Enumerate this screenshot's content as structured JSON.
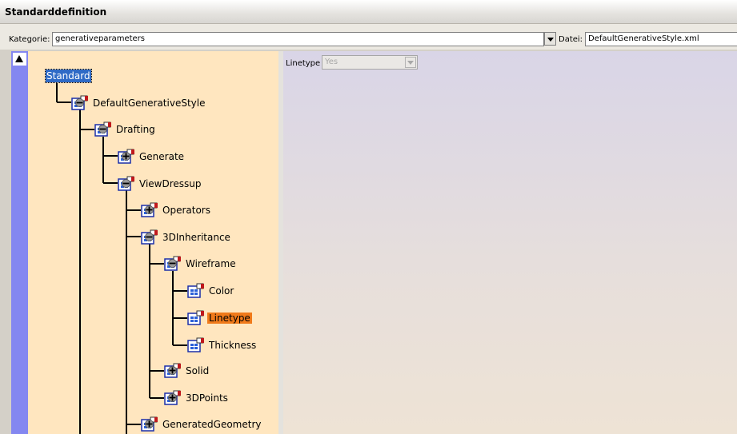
{
  "window": {
    "title": "Standarddefinition"
  },
  "toolbar": {
    "kategorie_label": "Kategorie:",
    "kategorie_value": "generativeparameters",
    "datei_label": "Datei:",
    "datei_value": "DefaultGenerativeStyle.xml"
  },
  "tree": {
    "root": "Standard",
    "nodes": [
      {
        "label": "DefaultGenerativeStyle",
        "toggle": "minus"
      },
      {
        "label": "Drafting",
        "toggle": "minus"
      },
      {
        "label": "Generate",
        "toggle": "plus"
      },
      {
        "label": "ViewDressup",
        "toggle": "minus"
      },
      {
        "label": "Operators",
        "toggle": "plus"
      },
      {
        "label": "3DInheritance",
        "toggle": "minus"
      },
      {
        "label": "Wireframe",
        "toggle": "minus"
      },
      {
        "label": "Color",
        "toggle": "none"
      },
      {
        "label": "Linetype",
        "toggle": "none",
        "selected": true
      },
      {
        "label": "Thickness",
        "toggle": "none"
      },
      {
        "label": "Solid",
        "toggle": "plus"
      },
      {
        "label": "3DPoints",
        "toggle": "plus"
      },
      {
        "label": "GeneratedGeometry",
        "toggle": "plus"
      }
    ]
  },
  "properties": {
    "linetype_label": "Linetype",
    "linetype_value": "Yes"
  },
  "colors": {
    "tree_background": "#ffe6bf",
    "scrollbar": "#8487f0",
    "selection_root": "#2f6ac6",
    "selection_node": "#f07a1a"
  },
  "icons": {
    "node": "blueprint-document-icon",
    "expand": "plus-toggle-icon",
    "collapse": "minus-toggle-icon"
  }
}
